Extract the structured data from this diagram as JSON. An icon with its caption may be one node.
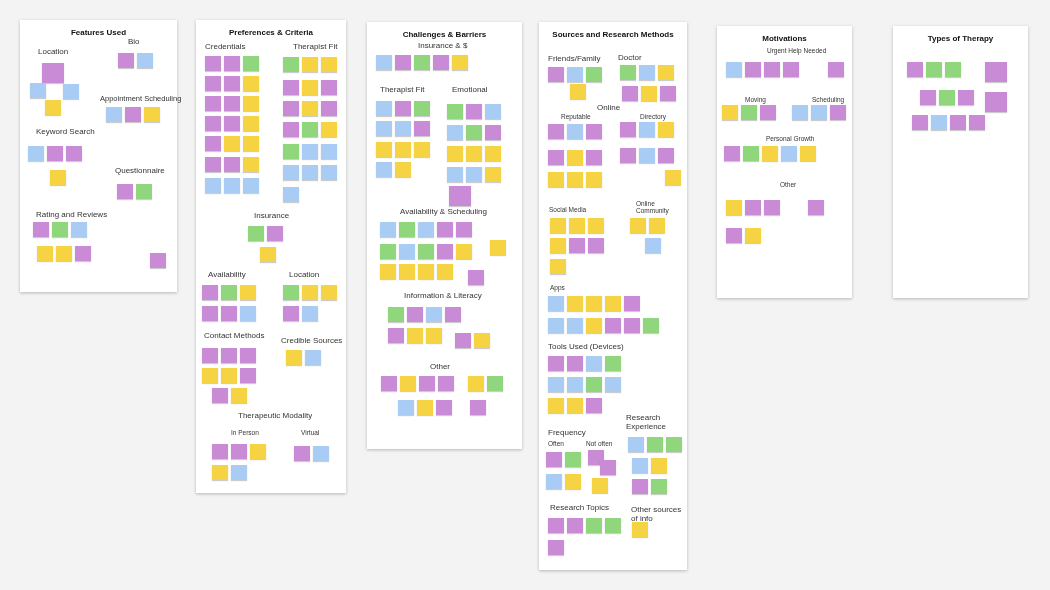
{
  "diagram": {
    "nodes": [
      {
        "text": [
          "Features Used"
        ]
      },
      {
        "text": [
          "Preferences & Criteria"
        ]
      },
      {
        "text": [
          "Challenges & Barriers"
        ]
      },
      {
        "text": [
          "Sources and Research Methods"
        ]
      },
      {
        "text": [
          "Motivations"
        ]
      },
      {
        "text": [
          "Types of Therapy"
        ]
      }
    ],
    "edges": [],
    "labels": [
      "Location",
      "Bio",
      "Appointment Scheduling",
      "Keyword Search",
      "Questionnaire",
      "Rating and Reviews",
      "Credentials",
      "Therapist Fit",
      "Insurance",
      "Availability",
      "Location",
      "Contact Methods",
      "Credible Sources",
      "Therapeutic Modality",
      "In Person",
      "Virtual",
      "Insurance & $",
      "Therapist Fit",
      "Emotional",
      "Availability & Scheduling",
      "Information & Literacy",
      "Other",
      "Friends/Family",
      "Doctor",
      "Online",
      "Reputable",
      "Directory",
      "Social Media",
      "Online Community",
      "Apps",
      "Tools Used (Devices)",
      "Frequency",
      "Often",
      "Not often",
      "Research Experience",
      "Research Topics",
      "Other sources of info",
      "Urgent Help Needed",
      "Moving",
      "Scheduling",
      "Personal Growth",
      "Other"
    ]
  }
}
